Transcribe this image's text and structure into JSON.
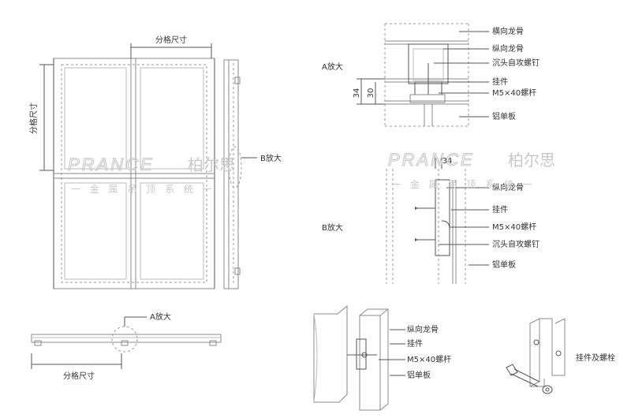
{
  "labels": {
    "grid_size": "分格尺寸",
    "a_enlarge": "A放大",
    "b_enlarge": "B放大",
    "horizontal_keel": "横向龙骨",
    "vertical_keel": "纵向龙骨",
    "countersunk_screw": "沉头自攻螺钉",
    "hanger": "挂件",
    "bolt_m5": "M5×40螺杆",
    "aluminum_panel": "铝单板",
    "hanger_and_bolt": "挂件及螺栓",
    "dim_34": "34",
    "dim_30": "30"
  },
  "watermark": {
    "brand": "PRANCE",
    "brand_cn": "柏尔思",
    "tagline": "一 金 属 吊 顶 系 统 一"
  }
}
